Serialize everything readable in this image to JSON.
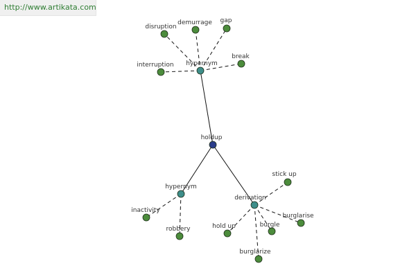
{
  "header": {
    "link_text": "http://www.artikata.com"
  },
  "colors": {
    "root_node": "#2a3c8a",
    "relation_node": "#3e8e8a",
    "leaf_node": "#4c8c3c",
    "edge": "#111111",
    "link": "#2e7d32"
  },
  "graph": {
    "root": {
      "id": "root",
      "label": "holdup",
      "kind": "root"
    },
    "nodes": [
      {
        "id": "hyp1",
        "label": "hypernym",
        "kind": "relation",
        "parent": "root",
        "edge": "solid"
      },
      {
        "id": "hyp2",
        "label": "hypernym",
        "kind": "relation",
        "parent": "root",
        "edge": "solid"
      },
      {
        "id": "der",
        "label": "derivation",
        "kind": "relation",
        "parent": "root",
        "edge": "solid"
      },
      {
        "id": "l1",
        "label": "disruption",
        "kind": "leaf",
        "parent": "hyp1",
        "edge": "dashed"
      },
      {
        "id": "l2",
        "label": "demurrage",
        "kind": "leaf",
        "parent": "hyp1",
        "edge": "dashed"
      },
      {
        "id": "l3",
        "label": "gap",
        "kind": "leaf",
        "parent": "hyp1",
        "edge": "dashed"
      },
      {
        "id": "l4",
        "label": "break",
        "kind": "leaf",
        "parent": "hyp1",
        "edge": "dashed"
      },
      {
        "id": "l5",
        "label": "interruption",
        "kind": "leaf",
        "parent": "hyp1",
        "edge": "dashed"
      },
      {
        "id": "l6",
        "label": "inactivity",
        "kind": "leaf",
        "parent": "hyp2",
        "edge": "dashed"
      },
      {
        "id": "l7",
        "label": "robbery",
        "kind": "leaf",
        "parent": "hyp2",
        "edge": "dashed"
      },
      {
        "id": "l8",
        "label": "stick up",
        "kind": "leaf",
        "parent": "der",
        "edge": "dashed"
      },
      {
        "id": "l9",
        "label": "hold up",
        "kind": "leaf",
        "parent": "der",
        "edge": "dashed"
      },
      {
        "id": "l10",
        "label": "burgle",
        "kind": "leaf",
        "parent": "der",
        "edge": "dashed"
      },
      {
        "id": "l11",
        "label": "burglarise",
        "kind": "leaf",
        "parent": "der",
        "edge": "dashed"
      },
      {
        "id": "l12",
        "label": "burglarize",
        "kind": "leaf",
        "parent": "der",
        "edge": "dashed"
      }
    ]
  }
}
